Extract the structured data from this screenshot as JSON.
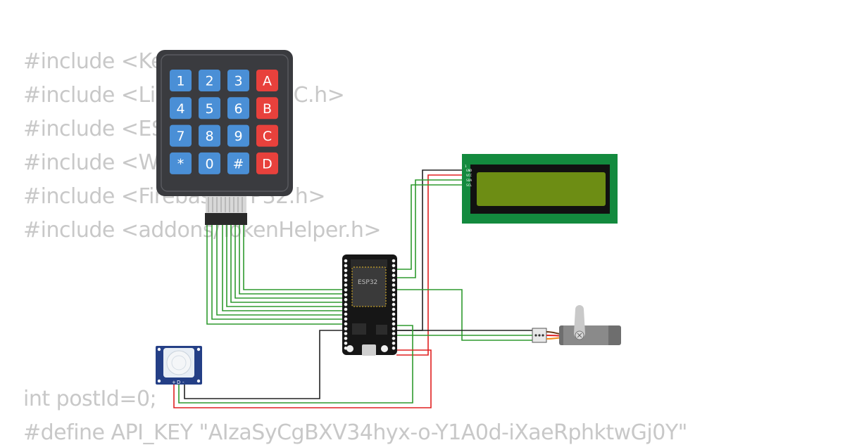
{
  "code_lines_top": [
    "#include <Ke",
    "#include <Li",
    "#include <ES",
    "#include <W",
    "#include <Firebas",
    "#include <addons/TokenHelper.h>"
  ],
  "code_fragments": {
    "lcd_include_tail": "2C.h>",
    "firebase_include_tail": "P32.h>"
  },
  "code_lines_bottom": [
    "int postId=0;",
    "#define API_KEY \"AIzaSyCgBXV34hyx-o-Y1A0d-iXaeRphktwGj0Y\""
  ],
  "keypad": {
    "keys": [
      [
        "1",
        "2",
        "3",
        "A"
      ],
      [
        "4",
        "5",
        "6",
        "B"
      ],
      [
        "7",
        "8",
        "9",
        "C"
      ],
      [
        "*",
        "0",
        "#",
        "D"
      ]
    ],
    "key_colors": {
      "digit": "#4a8fd6",
      "letter": "#e8413c"
    }
  },
  "esp32": {
    "label": "ESP32"
  },
  "lcd": {
    "pin_labels": [
      "GND",
      "VCC",
      "SDA",
      "SCL"
    ]
  },
  "pir": {
    "pin_labels": [
      "+",
      "D",
      "-"
    ]
  },
  "wire_colors": {
    "signal": "#2e9a2e",
    "power": "#e02020",
    "ground": "#222222"
  }
}
